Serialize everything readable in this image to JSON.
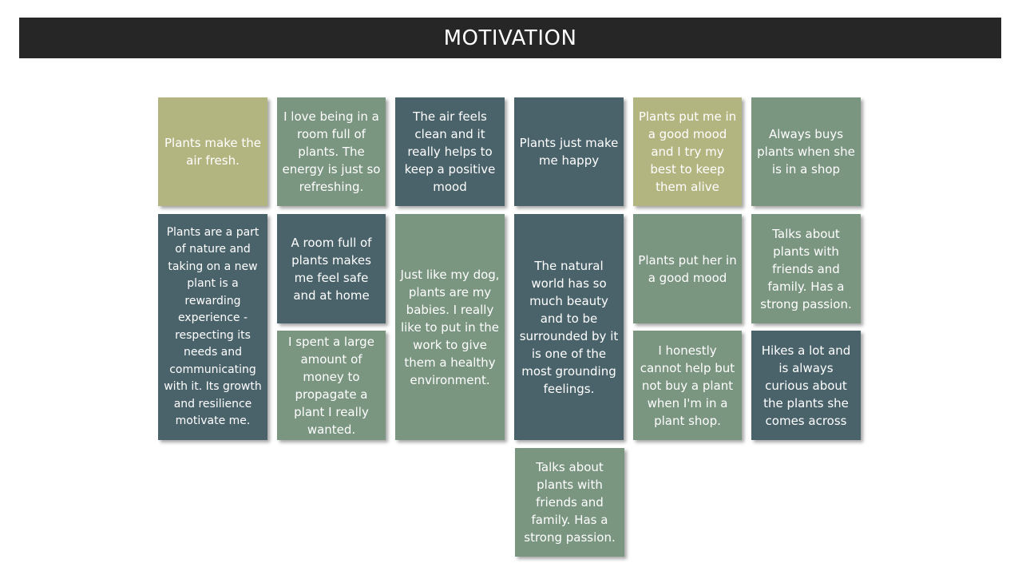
{
  "title": "MOTIVATION",
  "colors": {
    "olive": "#b3b581",
    "sage": "#7a9580",
    "slate": "#4a636a",
    "title_bar": "#262626"
  },
  "notes": {
    "n1": "Plants make the air fresh.",
    "n2": "I love being in a room full of plants. The energy is just so refreshing.",
    "n3": "The air feels clean and it really helps to keep a positive mood",
    "n4": "Plants just make me happy",
    "n5": "Plants put me in a good mood and I try my best to keep them alive",
    "n6": "Always buys plants when she is in a shop",
    "n7": "Plants are a part of nature and taking on a new plant is a rewarding experience - respecting its needs and communicating with it. Its growth and resilience motivate me.",
    "n8": "A room full of plants makes me feel safe and at home",
    "n9": "Just like my dog, plants are my babies. I really like to put in the work to give them a healthy environment.",
    "n10": "The natural world has so much beauty and to be surrounded by it is one of the most grounding feelings.",
    "n11": "Plants put her in a good mood",
    "n12": "Talks about plants with friends and family. Has a strong passion.",
    "n13": "I spent a large amount of money to propagate a plant I really wanted.",
    "n14": "I honestly cannot help but not buy a plant when I'm in a plant shop.",
    "n15": "Hikes a lot and is always curious about the plants she comes across",
    "n16": "Talks about plants with friends and family. Has a strong passion."
  }
}
